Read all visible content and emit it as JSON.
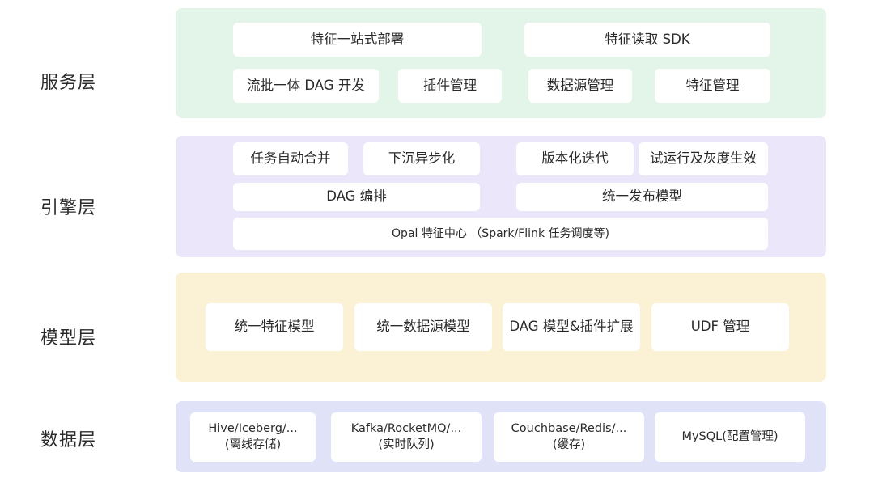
{
  "layers": {
    "service": {
      "label": "服务层",
      "color": "#e3f5e8",
      "items": [
        "特征一站式部署",
        "特征读取 SDK",
        "流批一体 DAG 开发",
        "插件管理",
        "数据源管理",
        "特征管理"
      ]
    },
    "engine": {
      "label": "引擎层",
      "color": "#ece6fb",
      "items": [
        "任务自动合并",
        "下沉异步化",
        "版本化迭代",
        "试运行及灰度生效",
        "DAG 编排",
        "统一发布模型",
        "Opal 特征中心 （Spark/Flink 任务调度等)"
      ]
    },
    "model": {
      "label": "模型层",
      "color": "#fbf2d6",
      "items": [
        "统一特征模型",
        "统一数据源模型",
        "DAG 模型&插件扩展",
        "UDF 管理"
      ]
    },
    "data": {
      "label": "数据层",
      "color": "#e0e3f7",
      "items": [
        {
          "line1": "Hive/Iceberg/...",
          "line2": "(离线存储)"
        },
        {
          "line1": "Kafka/RocketMQ/...",
          "line2": "(实时队列)"
        },
        {
          "line1": "Couchbase/Redis/...",
          "line2": "(缓存)"
        },
        {
          "line1": "MySQL(配置管理)",
          "line2": ""
        }
      ]
    }
  }
}
